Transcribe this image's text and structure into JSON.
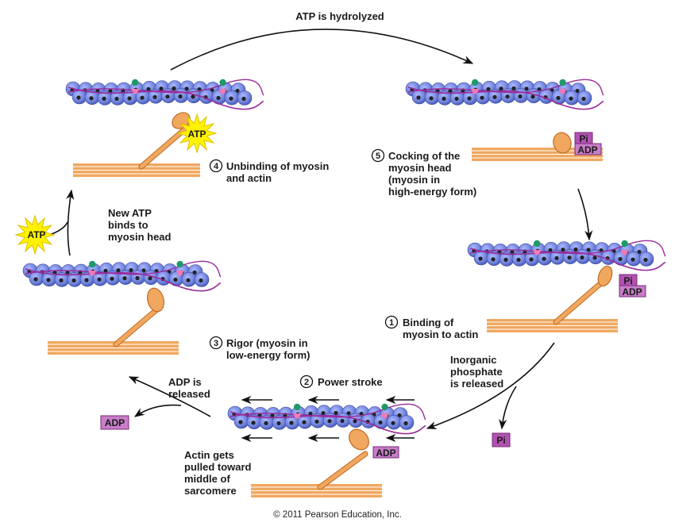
{
  "title_arrow": "ATP is hydrolyzed",
  "steps": [
    {
      "number": "1",
      "lines": [
        "Binding of",
        "myosin to actin"
      ]
    },
    {
      "number": "2",
      "lines": [
        "Power stroke"
      ]
    },
    {
      "number": "3",
      "lines": [
        "Rigor (myosin in",
        "low-energy form)"
      ]
    },
    {
      "number": "4",
      "lines": [
        "Unbinding of myosin",
        "and actin"
      ]
    },
    {
      "number": "5",
      "lines": [
        "Cocking of the",
        "myosin head",
        "(myosin in",
        "high-energy form)"
      ]
    }
  ],
  "annotations": {
    "new_atp": [
      "New ATP",
      "binds to",
      "myosin head"
    ],
    "pi_released": [
      "Inorganic",
      "phosphate",
      "is released"
    ],
    "adp_released": [
      "ADP is",
      "released"
    ],
    "actin_pulled": [
      "Actin gets",
      "pulled toward",
      "middle of",
      "sarcomere"
    ]
  },
  "molecules": {
    "atp": "ATP",
    "adp": "ADP",
    "pi": "Pi"
  },
  "copyright": "© 2011 Pearson Education, Inc.",
  "colors": {
    "actin": "#7b8fe0",
    "actin_dark": "#3c4aa0",
    "tropomyosin": "#9b2c9b",
    "myosin": "#f0a860",
    "myosin_dark": "#c26a20",
    "atp_star": "#fff200",
    "phosphate_box": "#c77dc7",
    "troponin_pink": "#f07ab8",
    "troponin_green": "#1f9a6a"
  }
}
